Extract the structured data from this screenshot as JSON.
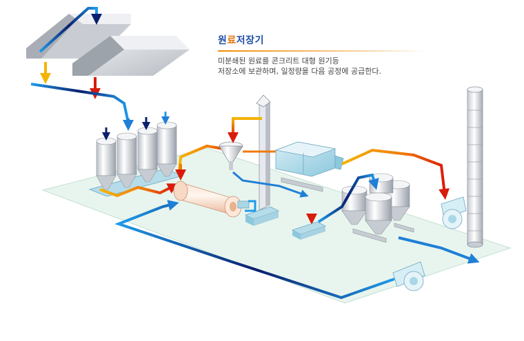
{
  "caption": {
    "title_parts": [
      "원",
      "료",
      "저",
      "장",
      "기"
    ],
    "title_colors": [
      "#1e4fa8",
      "#e2730b",
      "#1e4fa8",
      "#1e4fa8",
      "#1e4fa8"
    ],
    "line1": "미분쇄된 원료를 콘크리트 대형 원기등",
    "line2": "저장소에 보관하며, 일정량을 다음 공정에 공급한다."
  },
  "colors": {
    "flow_hot": "#e84a0c",
    "flow_warm": "#f5b400",
    "flow_cool": "#1f9bea",
    "flow_dark": "#0a1f6e",
    "floor": "#e8f5ee",
    "equipment": "#d8dde4",
    "equipment_blue": "#a9d7e6"
  }
}
